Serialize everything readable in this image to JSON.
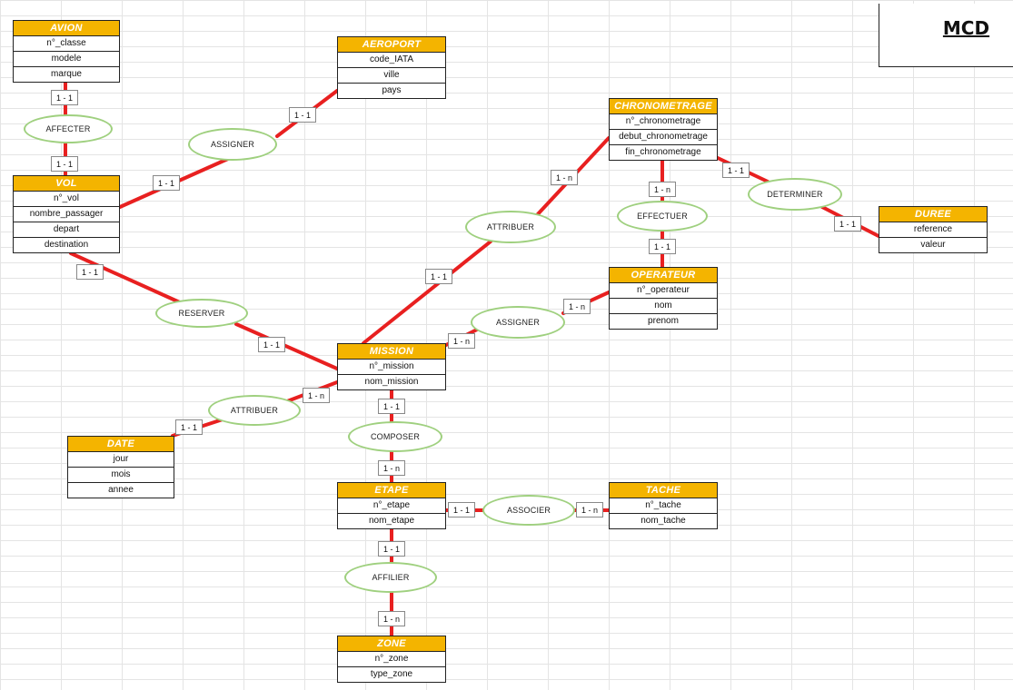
{
  "title": "MCD",
  "colors": {
    "entity_header": "#f4b400",
    "link": "#e82020",
    "assoc_border": "#9fd07f"
  },
  "entities": [
    {
      "id": "avion",
      "name": "AVION",
      "attrs": [
        "n°_classe",
        "modele",
        "marque"
      ]
    },
    {
      "id": "aeroport",
      "name": "AEROPORT",
      "attrs": [
        "code_IATA",
        "ville",
        "pays"
      ]
    },
    {
      "id": "vol",
      "name": "VOL",
      "attrs": [
        "n°_vol",
        "nombre_passager",
        "depart",
        "destination"
      ]
    },
    {
      "id": "chronometrage",
      "name": "CHRONOMETRAGE",
      "attrs": [
        "n°_chronometrage",
        "debut_chronometrage",
        "fin_chronometrage"
      ]
    },
    {
      "id": "duree",
      "name": "DUREE",
      "attrs": [
        "reference",
        "valeur"
      ]
    },
    {
      "id": "operateur",
      "name": "OPERATEUR",
      "attrs": [
        "n°_operateur",
        "nom",
        "prenom"
      ]
    },
    {
      "id": "mission",
      "name": "MISSION",
      "attrs": [
        "n°_mission",
        "nom_mission"
      ]
    },
    {
      "id": "date",
      "name": "DATE",
      "attrs": [
        "jour",
        "mois",
        "annee"
      ]
    },
    {
      "id": "etape",
      "name": "ETAPE",
      "attrs": [
        "n°_etape",
        "nom_etape"
      ]
    },
    {
      "id": "tache",
      "name": "TACHE",
      "attrs": [
        "n°_tache",
        "nom_tache"
      ]
    },
    {
      "id": "zone",
      "name": "ZONE",
      "attrs": [
        "n°_zone",
        "type_zone"
      ]
    }
  ],
  "associations": [
    {
      "id": "affecter",
      "name": "AFFECTER"
    },
    {
      "id": "assigner-aeroport",
      "name": "ASSIGNER"
    },
    {
      "id": "attribuer-chrono",
      "name": "ATTRIBUER"
    },
    {
      "id": "effectuer",
      "name": "EFFECTUER"
    },
    {
      "id": "determiner",
      "name": "DETERMINER"
    },
    {
      "id": "reserver",
      "name": "RESERVER"
    },
    {
      "id": "assigner-operateur",
      "name": "ASSIGNER"
    },
    {
      "id": "attribuer-date",
      "name": "ATTRIBUER"
    },
    {
      "id": "composer",
      "name": "COMPOSER"
    },
    {
      "id": "associer",
      "name": "ASSOCIER"
    },
    {
      "id": "affilier",
      "name": "AFFILIER"
    }
  ],
  "cardinalities": [
    {
      "id": "avion-affecter",
      "text": "1 - 1"
    },
    {
      "id": "vol-affecter",
      "text": "1 - 1"
    },
    {
      "id": "aeroport-assigner",
      "text": "1 - 1"
    },
    {
      "id": "vol-assigner",
      "text": "1 - 1"
    },
    {
      "id": "chrono-attribuer",
      "text": "1 - n"
    },
    {
      "id": "mission-attribuer",
      "text": "1 - 1"
    },
    {
      "id": "chrono-effectuer",
      "text": "1 - n"
    },
    {
      "id": "operateur-effectuer",
      "text": "1 - 1"
    },
    {
      "id": "chrono-determiner",
      "text": "1 - 1"
    },
    {
      "id": "duree-determiner",
      "text": "1 - 1"
    },
    {
      "id": "vol-reserver",
      "text": "1 - 1"
    },
    {
      "id": "mission-reserver",
      "text": "1 - 1"
    },
    {
      "id": "operateur-assigner",
      "text": "1 - n"
    },
    {
      "id": "mission-assigner",
      "text": "1 - n"
    },
    {
      "id": "mission-attribuer-date",
      "text": "1 - n"
    },
    {
      "id": "date-attribuer",
      "text": "1 - 1"
    },
    {
      "id": "mission-composer",
      "text": "1 - 1"
    },
    {
      "id": "etape-composer",
      "text": "1 - n"
    },
    {
      "id": "etape-associer",
      "text": "1 - 1"
    },
    {
      "id": "tache-associer",
      "text": "1 - n"
    },
    {
      "id": "etape-affilier",
      "text": "1 - 1"
    },
    {
      "id": "zone-affilier",
      "text": "1 - n"
    }
  ]
}
